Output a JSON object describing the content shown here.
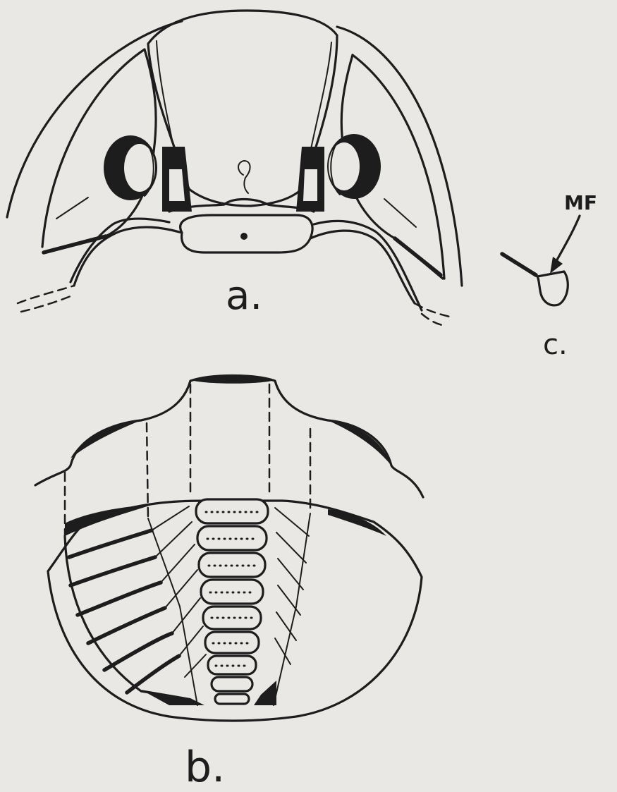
{
  "figure": {
    "labels": {
      "a": "a.",
      "b": "b.",
      "c": "c.",
      "mf": "MF"
    },
    "colors": {
      "paper": "#e9e8e5",
      "ink": "#1d1d1d"
    }
  }
}
